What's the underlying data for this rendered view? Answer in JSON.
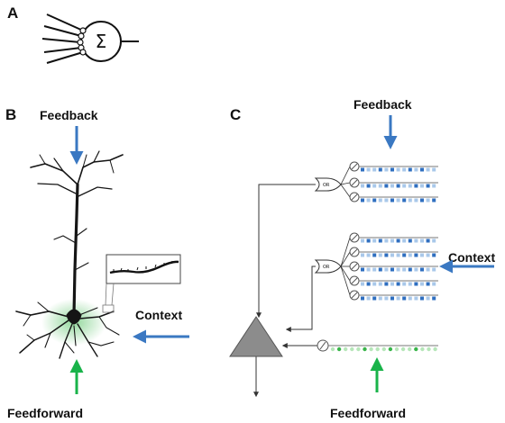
{
  "panels": {
    "a": {
      "letter": "A",
      "sigma": "Σ"
    },
    "b": {
      "letter": "B",
      "feedback": "Feedback",
      "context": "Context",
      "feedforward": "Feedforward"
    },
    "c": {
      "letter": "C",
      "feedback": "Feedback",
      "context": "Context",
      "feedforward": "Feedforward",
      "or_gate": "OR"
    }
  },
  "colors": {
    "arrow_blue": "#3a78c2",
    "arrow_green": "#19b34a",
    "synapse_blue": "#2f6fc0",
    "synapse_light": "#a9c8ea",
    "synapse_green": "#39b54a",
    "synapse_green_light": "#b6e6b9",
    "soma_glow": "#7fd08a",
    "triangle": "#8c8c8c"
  }
}
